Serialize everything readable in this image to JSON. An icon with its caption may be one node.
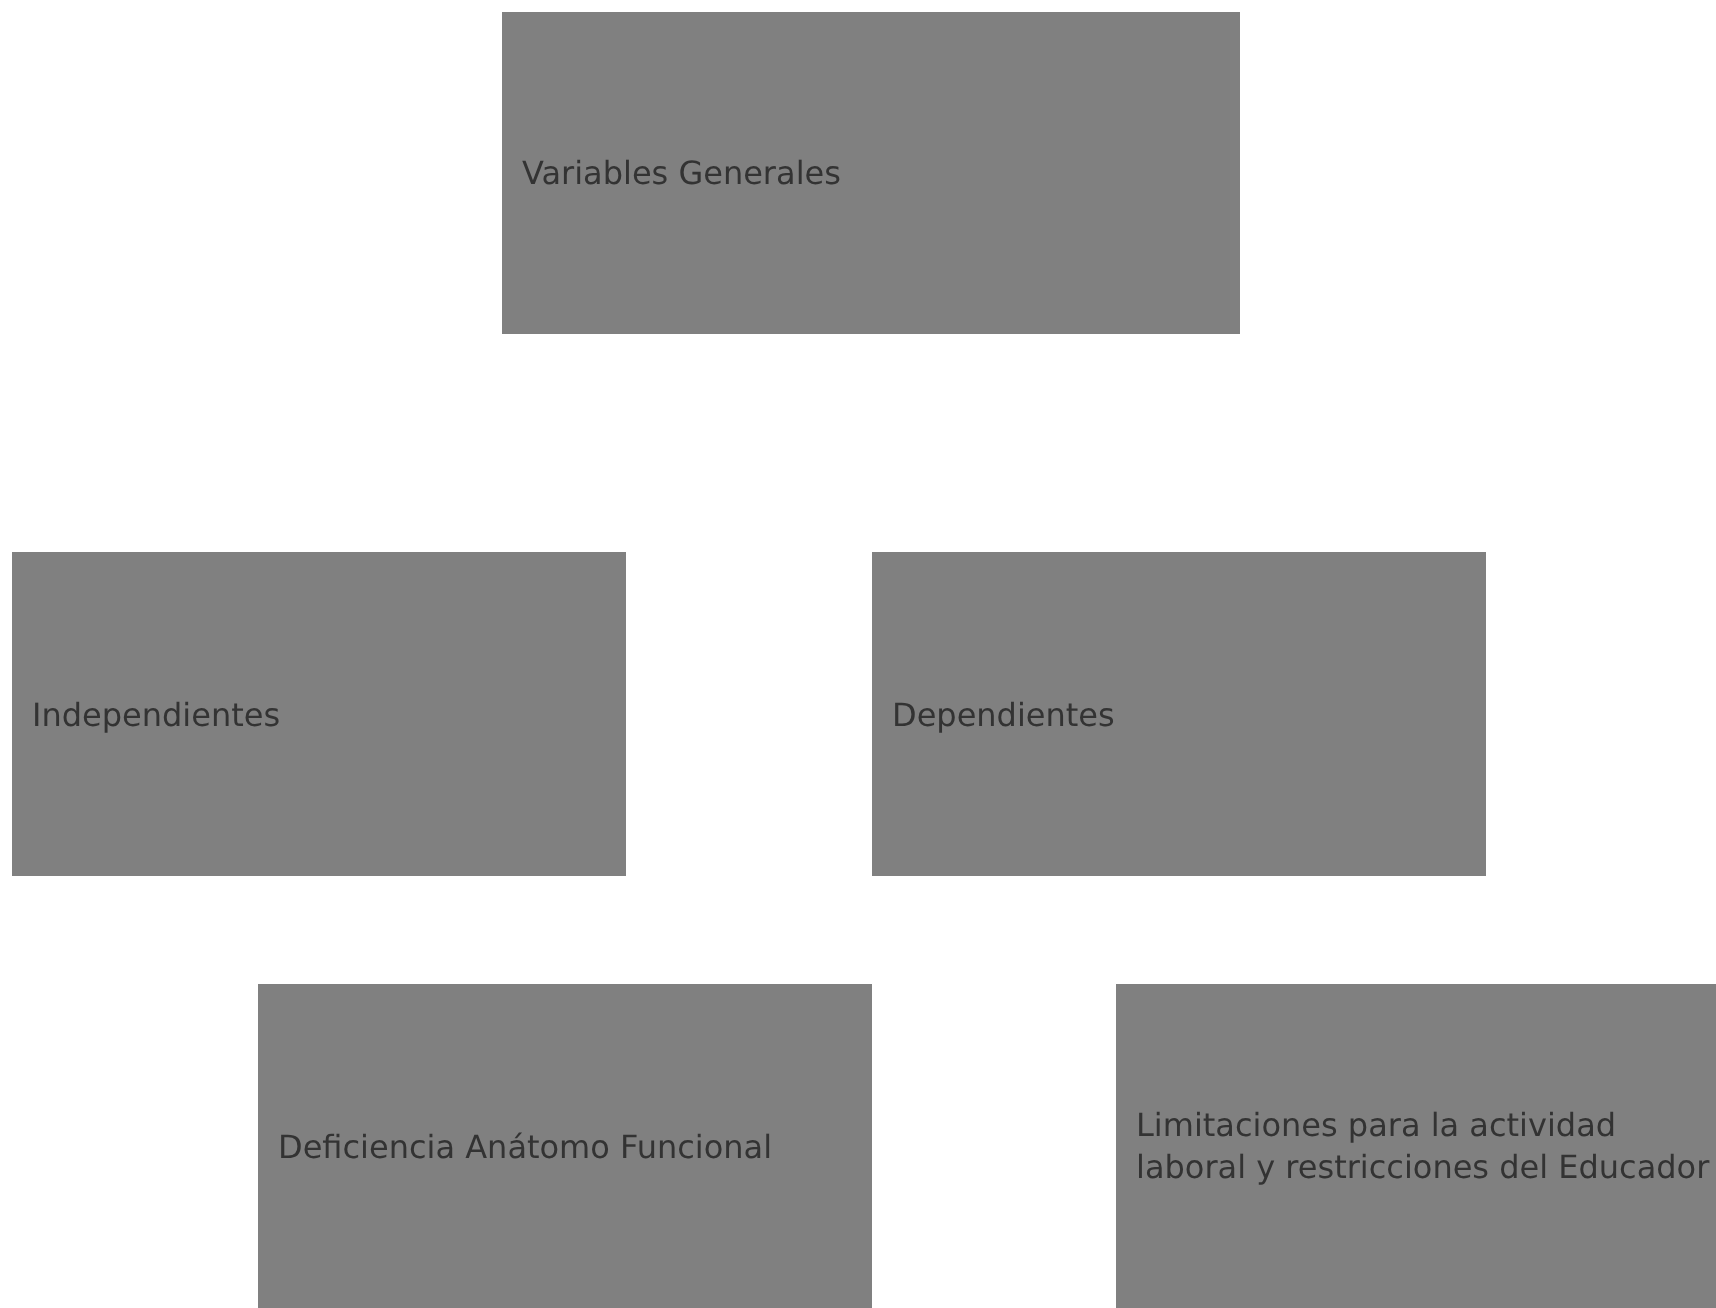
{
  "diagram": {
    "nodes": [
      {
        "text": [
          "Variables Generales"
        ]
      },
      {
        "text": [
          "Independientes"
        ]
      },
      {
        "text": [
          "Dependientes"
        ]
      },
      {
        "text": [
          "Deficiencia Anátomo Funcional"
        ]
      },
      {
        "text": [
          "Limitaciones para la actividad laboral y restricciones del Educador"
        ]
      }
    ]
  }
}
